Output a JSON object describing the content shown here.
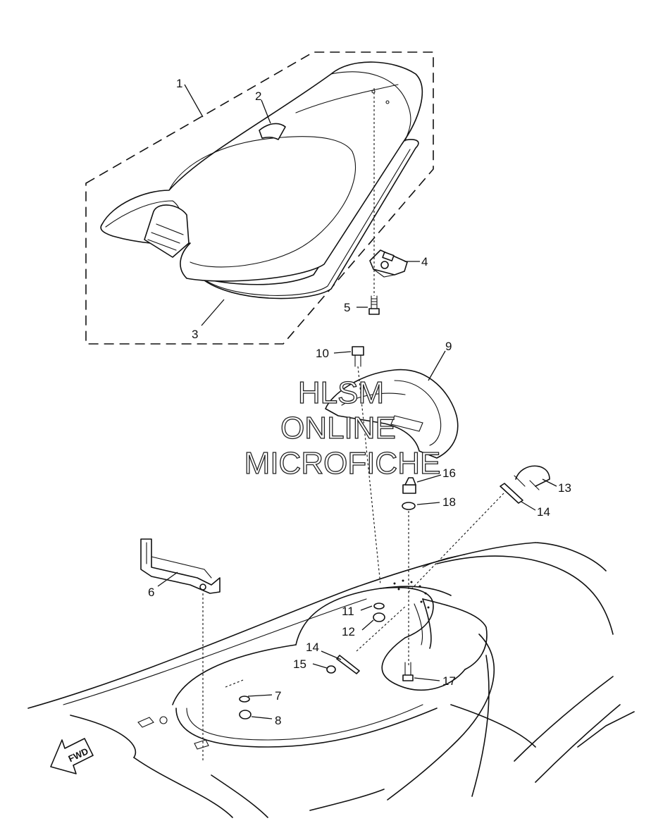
{
  "callouts": [
    {
      "num": "1"
    },
    {
      "num": "2"
    },
    {
      "num": "3"
    },
    {
      "num": "4"
    },
    {
      "num": "5"
    },
    {
      "num": "6"
    },
    {
      "num": "7"
    },
    {
      "num": "8"
    },
    {
      "num": "9"
    },
    {
      "num": "10"
    },
    {
      "num": "11"
    },
    {
      "num": "12"
    },
    {
      "num": "13"
    },
    {
      "num": "14"
    },
    {
      "num": "14"
    },
    {
      "num": "15"
    },
    {
      "num": "16"
    },
    {
      "num": "17"
    },
    {
      "num": "18"
    }
  ],
  "watermark": {
    "line1": "HLSM",
    "line2": "ONLINE",
    "line3": "MICROFICHE"
  },
  "fwd_label": "FWD"
}
